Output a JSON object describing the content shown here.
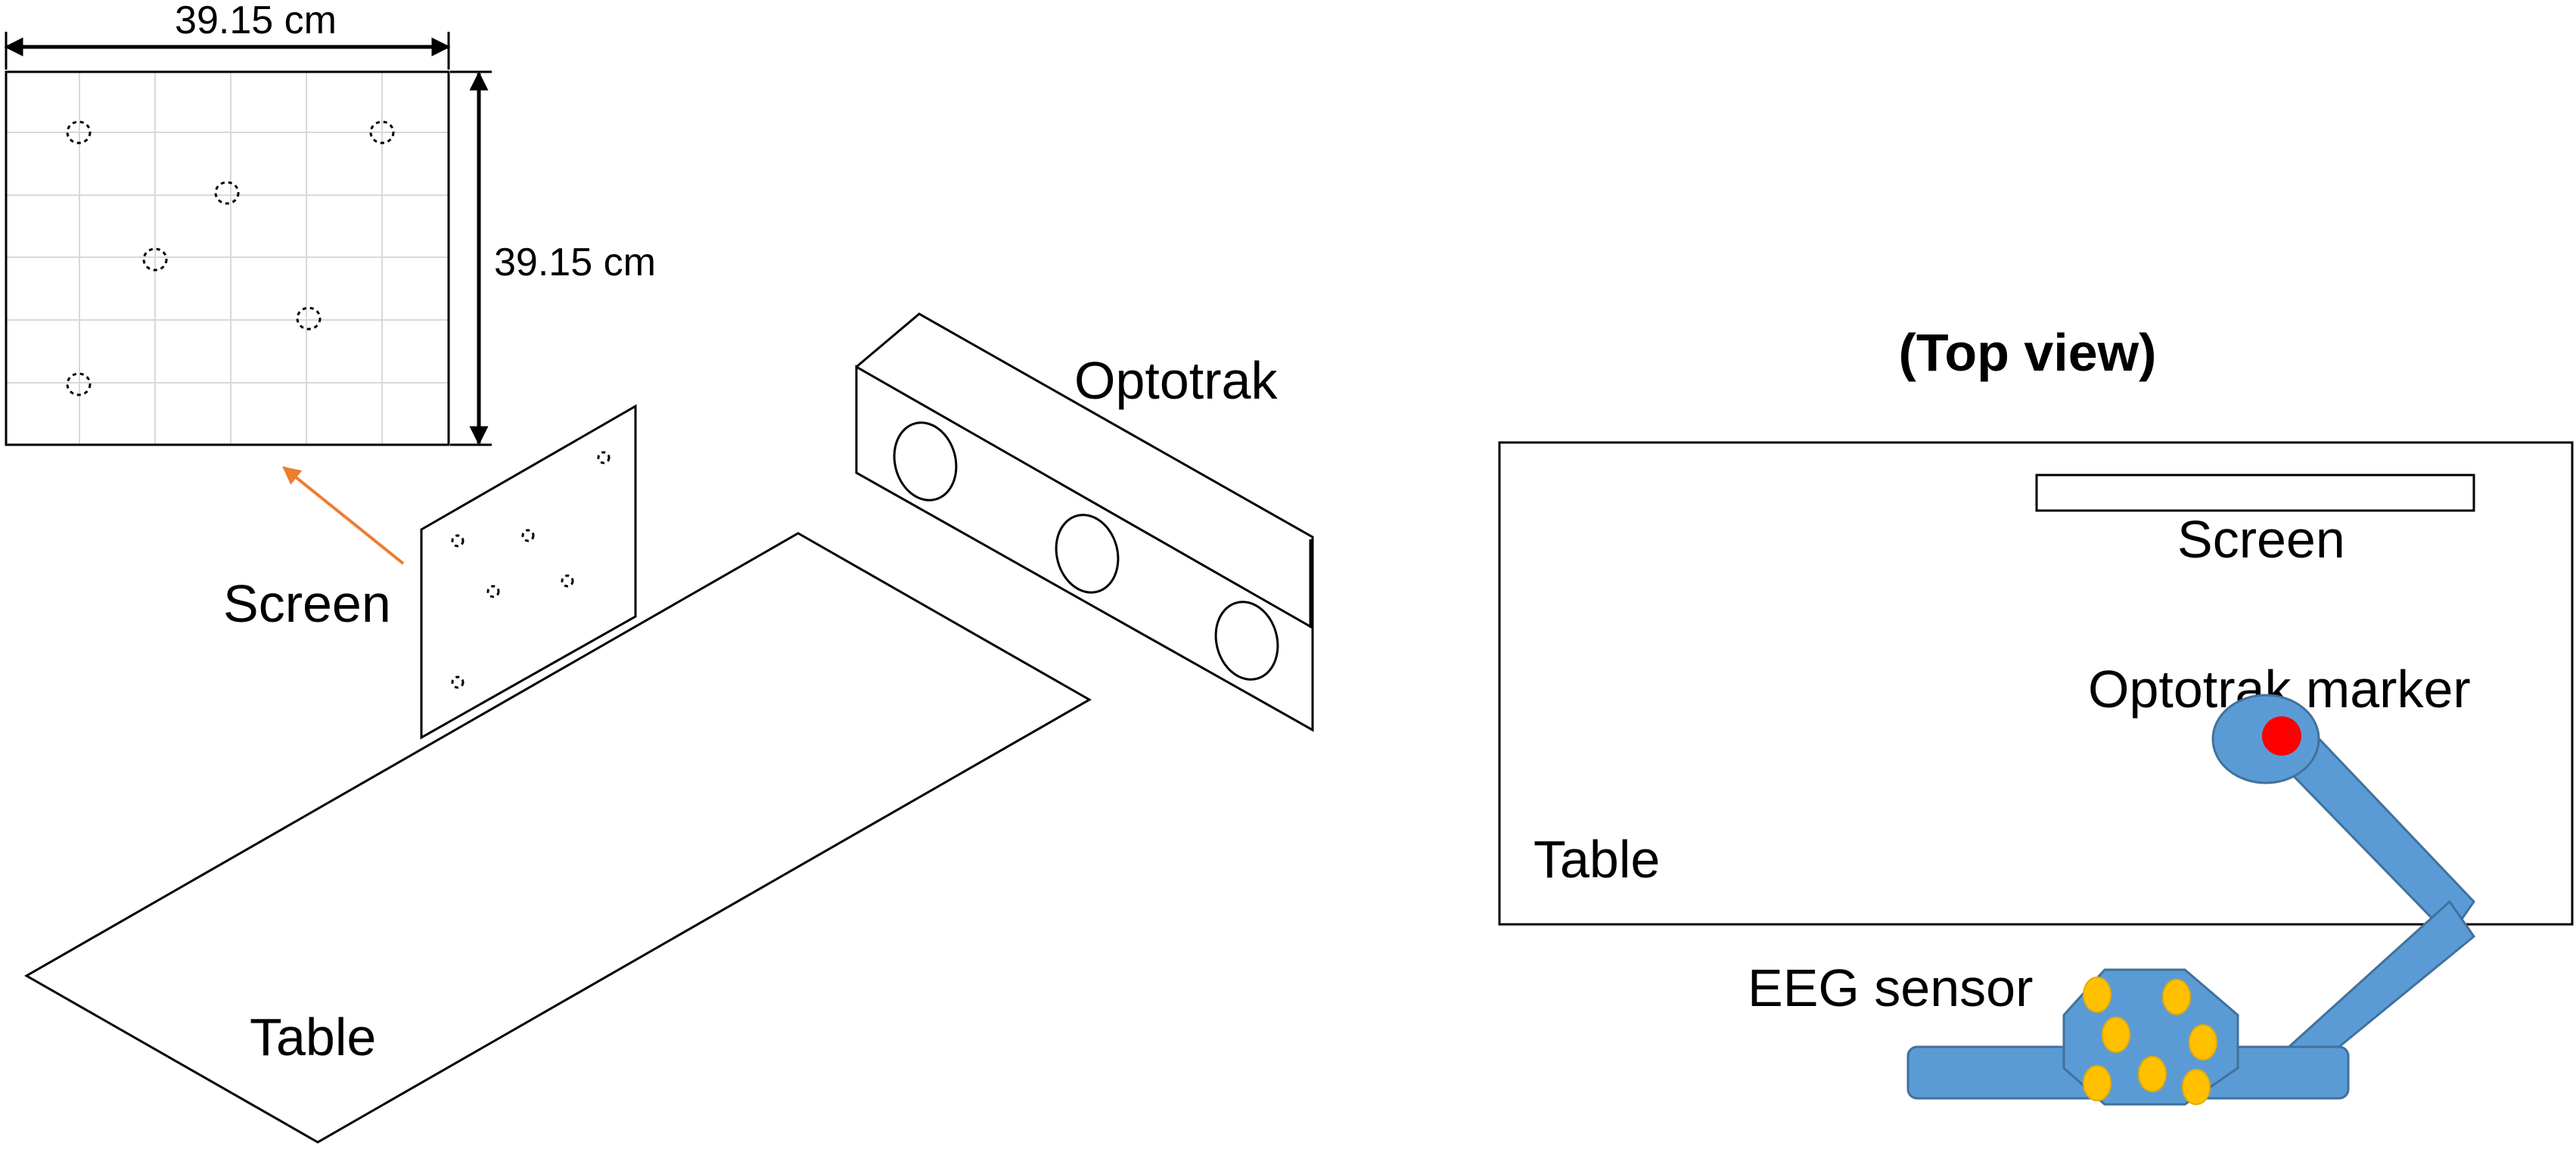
{
  "labels": {
    "width_dim": "39.15 cm",
    "height_dim": "39.15 cm",
    "optotrak": "Optotrak",
    "screen": "Screen",
    "table": "Table",
    "top_view_title": "(Top view)",
    "top_screen": "Screen",
    "optotrak_marker": "Optotrak marker",
    "top_table": "Table",
    "eeg_sensor": "EEG sensor"
  },
  "colors": {
    "arrow": "#ed7d31",
    "arm_fill": "#5b9bd5",
    "arm_stroke": "#41719c",
    "marker": "#ff0000",
    "electrode": "#ffc000",
    "grid": "#d9d9d9"
  }
}
